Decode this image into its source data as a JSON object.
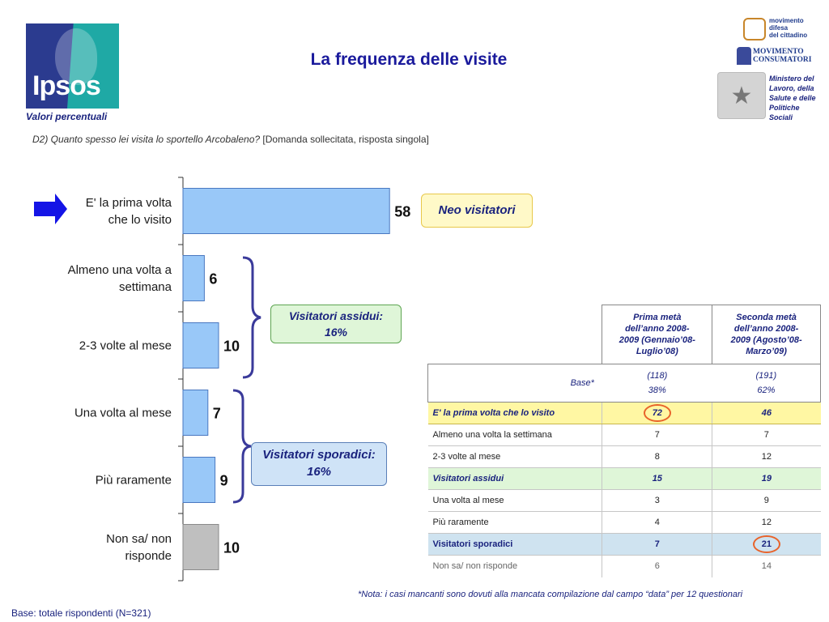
{
  "header": {
    "title": "La frequenza delle visite",
    "subtitle": "Valori percentuali",
    "question_main": "D2) Quanto spesso lei visita lo sportello Arcobaleno?",
    "question_note": "[Domanda sollecitata, risposta singola]",
    "logo_text": "Ipsos"
  },
  "partners": {
    "mdc_lines": [
      "movimento",
      "difesa",
      "del cittadino"
    ],
    "mc_lines": [
      "MOVIMENTO",
      "CONSUMATORI"
    ],
    "ministry_lines": [
      "Ministero del",
      "Lavoro, della",
      "Salute e delle",
      "Politiche",
      "Sociali"
    ]
  },
  "chart_data": {
    "type": "bar",
    "orientation": "horizontal",
    "categories": [
      [
        "E' la prima volta",
        "che lo visito"
      ],
      [
        "Almeno una volta a",
        "settimana"
      ],
      [
        "2-3 volte al mese"
      ],
      [
        "Una volta al mese"
      ],
      [
        "Più raramente"
      ],
      [
        "Non sa/ non",
        "risponde"
      ]
    ],
    "values": [
      58,
      6,
      10,
      7,
      9,
      10
    ],
    "bar_colors": [
      "#99c8f8",
      "#99c8f8",
      "#99c8f8",
      "#99c8f8",
      "#99c8f8",
      "#bfbfbf"
    ],
    "highlight_index": 0,
    "xlim": [
      0,
      100
    ]
  },
  "callouts": {
    "neo": "Neo visitatori",
    "assidui": [
      "Visitatori assidui:",
      "16%"
    ],
    "sporadici": [
      "Visitatori sporadici:",
      "16%"
    ]
  },
  "table": {
    "columns": [
      [
        "Prima metà",
        "dell’anno 2008-",
        "2009 (Gennaio’08-",
        "Luglio’08)"
      ],
      [
        "Seconda metà",
        "dell’anno 2008-",
        "2009  (Agosto’08-",
        "Marzo’09)"
      ]
    ],
    "base": {
      "label": "Base*",
      "n": [
        "(118)",
        "(191)"
      ],
      "pct": [
        "38%",
        "62%"
      ]
    },
    "rows": [
      {
        "label": "E' la prima volta che lo visito",
        "v1": "72",
        "v2": "46"
      },
      {
        "label": "Almeno una volta la settimana",
        "v1": "7",
        "v2": "7"
      },
      {
        "label": "2-3 volte al mese",
        "v1": "8",
        "v2": "12"
      },
      {
        "label": "Visitatori assidui",
        "v1": "15",
        "v2": "19"
      },
      {
        "label": "Una volta al mese",
        "v1": "3",
        "v2": "9"
      },
      {
        "label": "Più raramente",
        "v1": "4",
        "v2": "12"
      },
      {
        "label": "Visitatori sporadici",
        "v1": "7",
        "v2": "21"
      },
      {
        "label": "Non sa/ non risponde",
        "v1": "6",
        "v2": "14"
      }
    ]
  },
  "footnote": "*Nota: i casi mancanti sono dovuti alla mancata compilazione dal campo “data” per 12 questionari",
  "base_note": "Base: totale rispondenti (N=321)",
  "colors": {
    "title": "#1a1a9c",
    "bar": "#99c8f8",
    "bar_nsnr": "#bfbfbf",
    "bracket": "#3a3a9a",
    "arrow": "#1414e6",
    "ring": "#e8632a"
  }
}
